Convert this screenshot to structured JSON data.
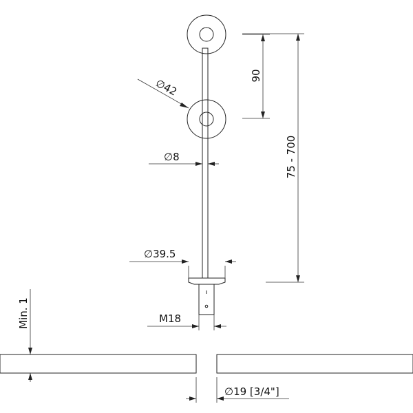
{
  "dimensions": {
    "disc_diameter": "∅42",
    "rod_diameter": "∅8",
    "spacing": "90",
    "length_range": "75 - 700",
    "base_diameter": "∅39.5",
    "thread": "M18",
    "min_depth": "Min. 1",
    "hole_diameter": "∅19 [3/4\"]"
  }
}
